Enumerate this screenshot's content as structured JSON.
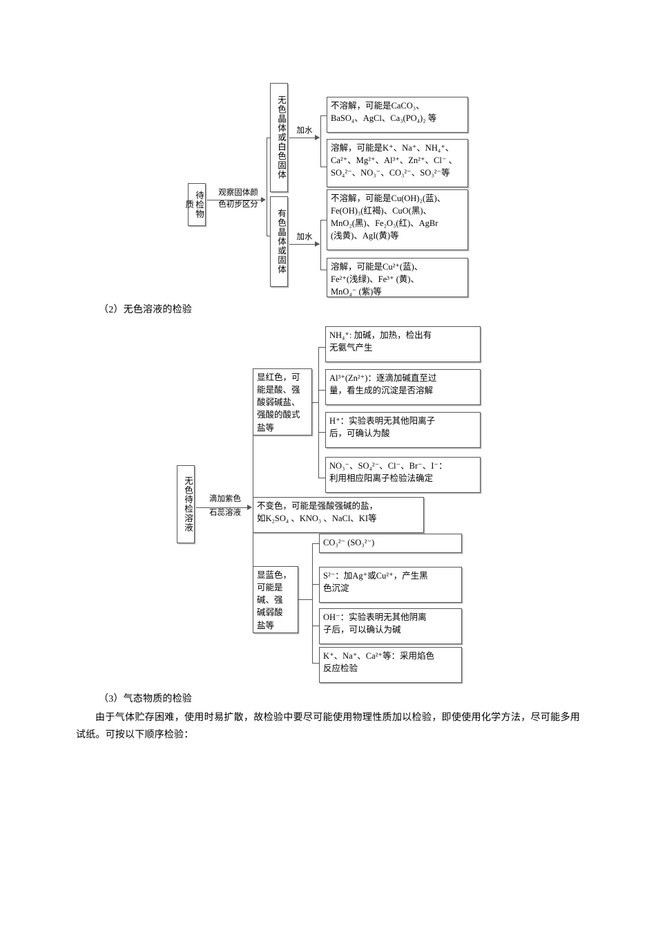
{
  "document": {
    "section2_heading": "（2）无色溶液的检验",
    "section3_heading": "（3）气态物质的检验",
    "section3_paragraph": "由于气体贮存困难，使用时易扩散，故检验中要尽可能使用物理性质加以检验，即使使用化学方法，尽可能多用试纸。可按以下顺序检验："
  },
  "diagram1": {
    "root_label": "待检物质",
    "edge_root": {
      "line1": "观察固体颜",
      "line2": "色初步区分"
    },
    "branches": [
      {
        "label": "无色晶体或白色固体",
        "edge": "加水",
        "results": [
          {
            "lines": [
              "不溶解，可能是CaCO₃、",
              "BaSO₄、AgCl、Ca₃(PO₄)₂ 等"
            ]
          },
          {
            "lines": [
              "溶解，可能是K⁺、Na⁺、NH₄⁺、",
              "Ca²⁺、Mg²⁺、Al³⁺、Zn²⁺、Cl⁻ 、",
              "SO₄²⁻、NO₃⁻、CO₃²⁻、SO₃²⁻等"
            ]
          }
        ]
      },
      {
        "label": "有色晶体或固体",
        "edge": "加水",
        "results": [
          {
            "lines": [
              "不溶解，可能是Cu(OH)₂(蓝)、",
              "Fe(OH)₃(红褐)、CuO(黑)、",
              "MnO₂(黑)、Fe₂O₃(红)、AgBr",
              "(浅黄)、AgI(黄)等"
            ]
          },
          {
            "lines": [
              "溶解，可能是Cu²⁺(蓝)、",
              "Fe²⁺(浅绿)、Fe³⁺ (黄)、",
              "MnO₄⁻ (紫)等"
            ]
          }
        ]
      }
    ]
  },
  "diagram2": {
    "root_label": "无色待检溶液",
    "edge_root": {
      "line1": "滴加紫色",
      "line2": "石蕊溶液"
    },
    "branches": [
      {
        "label_lines": [
          "显红色，可",
          "能是酸、强",
          "酸弱碱盐、",
          "强酸的酸式",
          "盐等"
        ],
        "results": [
          {
            "lines": [
              "NH₄⁺: 加碱，加热，检出有",
              "无氨气产生"
            ]
          },
          {
            "lines": [
              "Al³⁺(Zn²⁺)：逐滴加碱直至过",
              "量，看生成的沉淀是否溶解"
            ]
          },
          {
            "lines": [
              "H⁺：实验表明无其他阳离子",
              "后，可确认为酸"
            ]
          },
          {
            "lines": [
              "NO₃⁻、SO₄²⁻、Cl⁻、Br⁻、I⁻：",
              "利用相应阳离子检验法确定"
            ]
          }
        ]
      },
      {
        "label_lines": [],
        "direct": {
          "lines": [
            "不变色，可能是强酸强碱的盐，",
            "如K₂SO₄ 、KNO₃ 、NaCl、KI等"
          ]
        }
      },
      {
        "label_lines": [
          "显蓝色，",
          "可能是",
          "碱、强",
          "碱弱酸",
          "盐等"
        ],
        "results": [
          {
            "lines": [
              "CO₃²⁻ (SO₃²⁻)"
            ]
          },
          {
            "lines": [
              "S²⁻：加Ag⁺或Cu²⁺，产生黑",
              "色沉淀"
            ]
          },
          {
            "lines": [
              "OH⁻：实验表明无其他阴离",
              "子后，可以确认为碱"
            ]
          },
          {
            "lines": [
              "K⁺、Na⁺、Ca²⁺等：采用焰色",
              "反应检验"
            ]
          }
        ]
      }
    ]
  }
}
